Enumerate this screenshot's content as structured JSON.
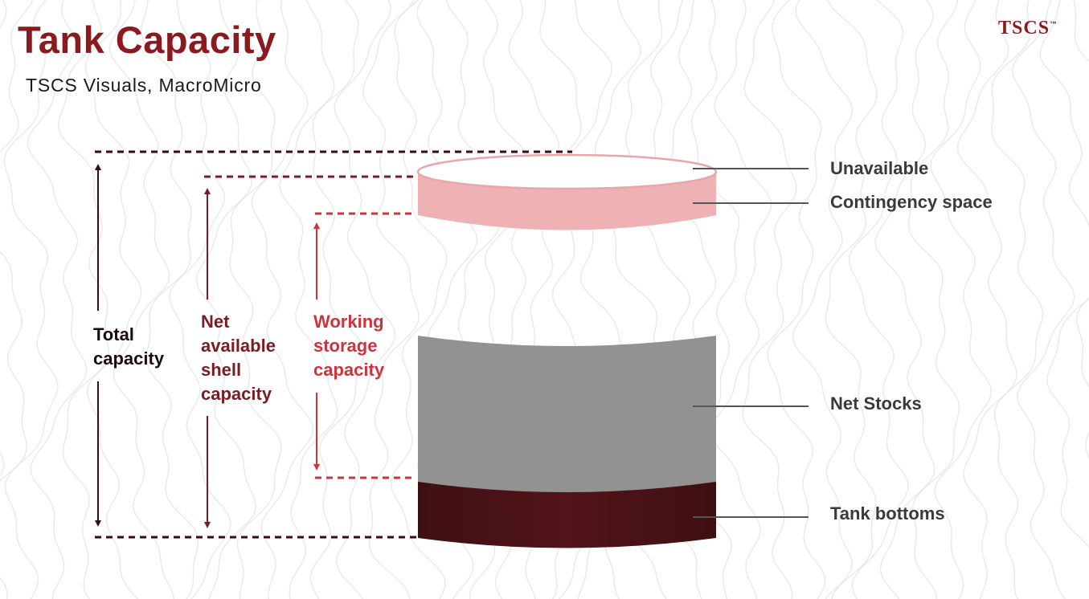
{
  "header": {
    "title": "Tank Capacity",
    "subtitle": "TSCS Visuals, MacroMicro",
    "brand": "TSCS",
    "brand_mark": "™"
  },
  "colors": {
    "title": "#8b1a1f",
    "dark_marker": "#3d0a0f",
    "mid_marker": "#7a1c22",
    "working_marker": "#d0323d",
    "contingency": "#eeb1b4",
    "net_stocks": "#929292",
    "tank_bottoms": "#4a1216",
    "leader": "#555555"
  },
  "left_labels": {
    "total_capacity": [
      "Total",
      "capacity"
    ],
    "net_available_shell": [
      "Net",
      "available",
      "shell",
      "capacity"
    ],
    "working_storage": [
      "Working",
      "storage",
      "capacity"
    ]
  },
  "right_labels": {
    "unavailable": "Unavailable",
    "contingency": "Contingency space",
    "net_stocks": "Net Stocks",
    "tank_bottoms": "Tank bottoms"
  }
}
